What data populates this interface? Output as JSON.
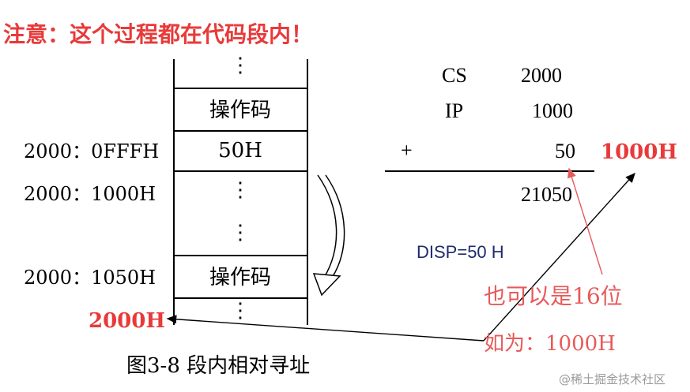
{
  "title": "注意：这个过程都在代码段内！",
  "memory": {
    "cells": [
      "⋮",
      "操作码",
      "50H",
      "⋮",
      "⋮",
      "操作码",
      "⋮"
    ],
    "addresses": [
      "2000：0FFFH",
      "2000：1000H",
      "2000：1050H"
    ],
    "base_label": "2000H"
  },
  "calc": {
    "cs_label": "CS",
    "cs_value": "2000",
    "ip_label": "IP",
    "ip_value": "1000",
    "plus": "+",
    "offset": "50",
    "result": "21050",
    "ip_new": "1000H"
  },
  "disp": "DISP=50 H",
  "note": {
    "line1": "也可以是16位",
    "line2": "如为：1000H"
  },
  "caption": "图3-8  段内相对寻址",
  "watermark": "@稀土掘金技术社区",
  "colors": {
    "red": "#e83a3a",
    "navy": "#1f2a6b"
  }
}
